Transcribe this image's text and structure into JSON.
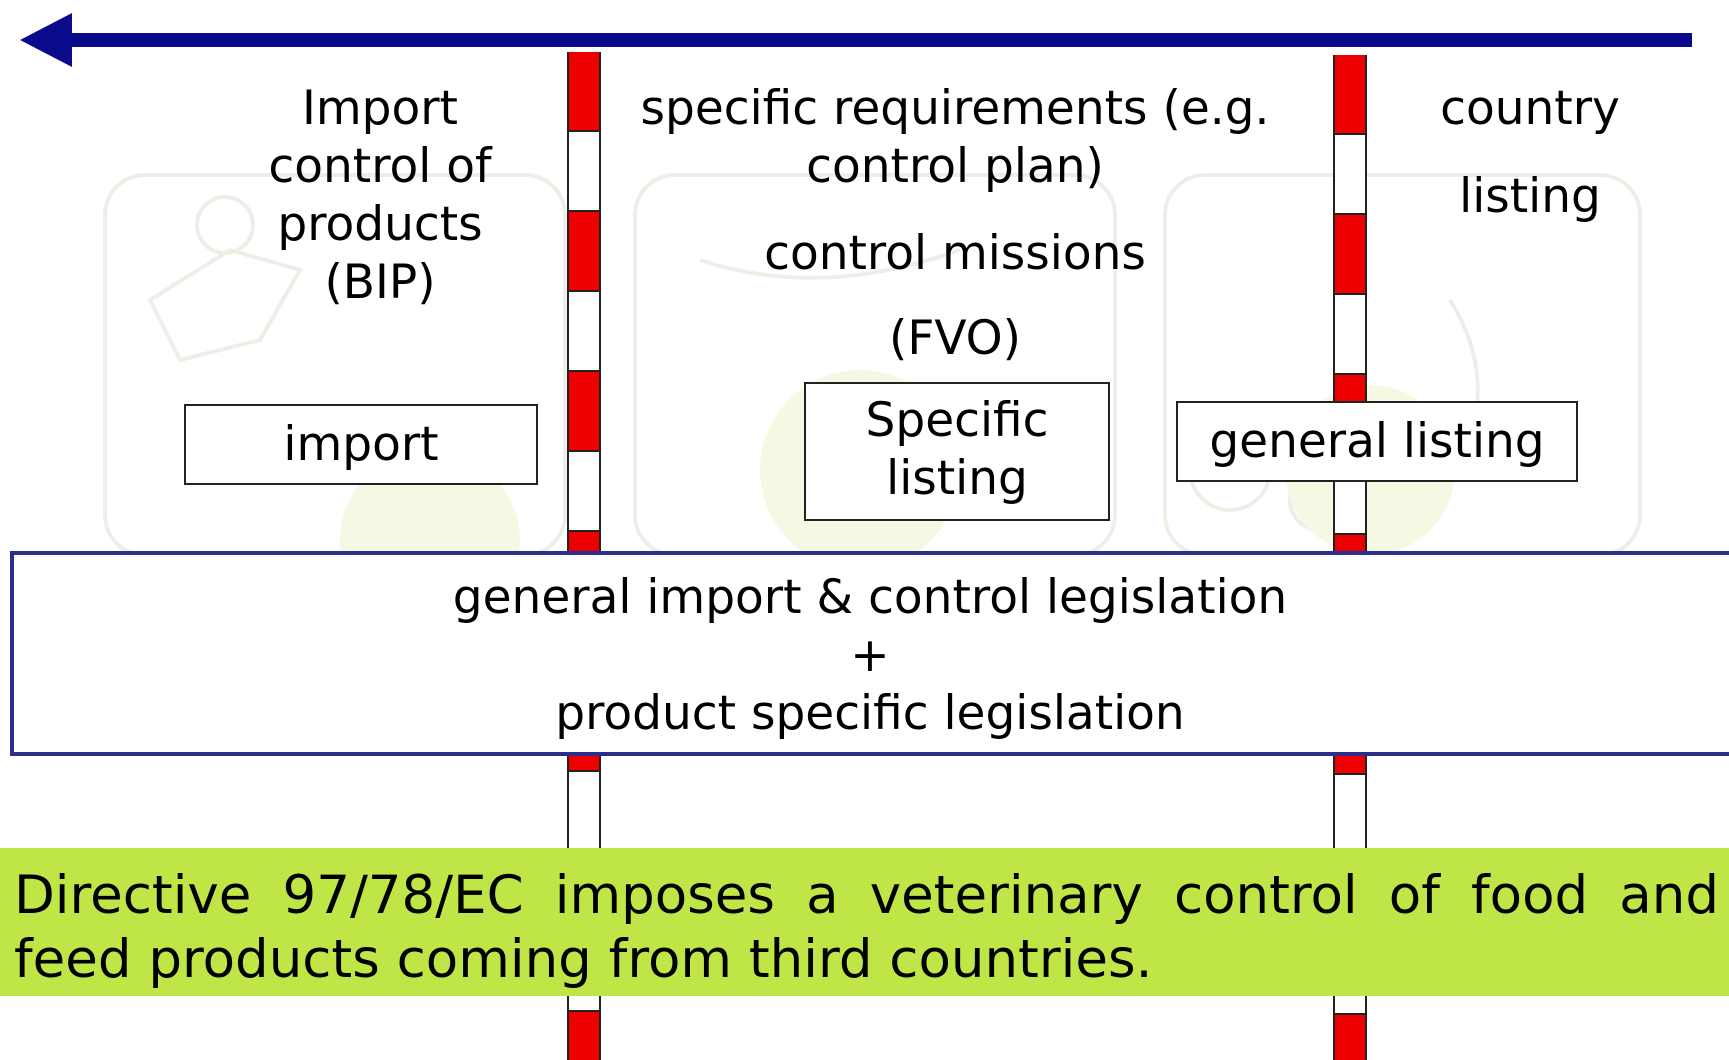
{
  "colors": {
    "arrow": "#0a0a8c",
    "barrier_red": "#ee0000",
    "barrier_white": "#ffffff",
    "legislation_border": "#2b2f8a",
    "directive_background": "#bfe546"
  },
  "left_column": {
    "line1": "Import",
    "line2": "control of",
    "line3": "products",
    "line4": "(BIP)",
    "box_label": "import"
  },
  "middle_column": {
    "line1": "specific requirements (e.g.",
    "line2": "control plan)",
    "missions": "control missions",
    "fvo": "(FVO)",
    "box_line1": "Specific",
    "box_line2": "listing"
  },
  "right_column": {
    "line1": "country",
    "line2": "listing",
    "box_label": "general listing"
  },
  "legislation": {
    "line1": "general import & control legislation",
    "line2": "+",
    "line3": "product specific legislation"
  },
  "directive": {
    "line1": "Directive 97/78/EC imposes a veterinary control of food and",
    "line2": "feed products coming from third  countries."
  },
  "icons": {
    "arrow": "arrow-left-icon",
    "barrier": "barrier-pole-icon",
    "background": "watermark-illustration"
  }
}
